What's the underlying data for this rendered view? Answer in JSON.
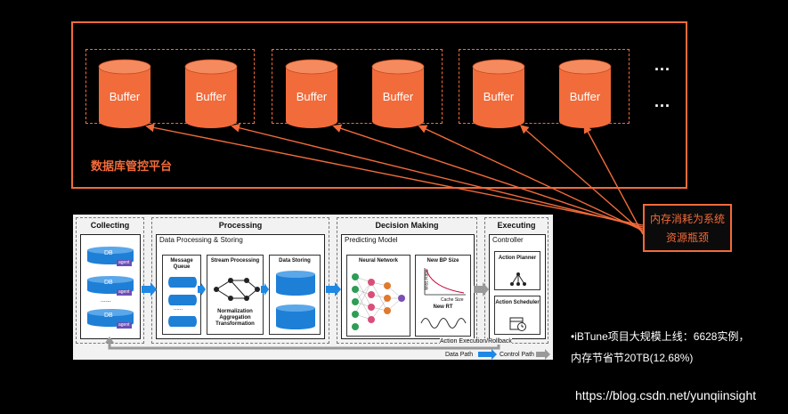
{
  "platform": {
    "label": "数据库管控平台",
    "buffer_label": "Buffer",
    "ellipsis_top": "...",
    "ellipsis_bottom": "..."
  },
  "callout": {
    "line1": "内存消耗为系统",
    "line2": "资源瓶颈"
  },
  "pipeline": {
    "stages": {
      "collecting": "Collecting",
      "processing": "Processing",
      "decision": "Decision Making",
      "executing": "Executing"
    },
    "collecting": {
      "db_label": "DB",
      "agent_label": "agent",
      "dots": "......"
    },
    "processing": {
      "inner_title": "Data Processing & Storing",
      "message_queue": "Message Queue",
      "stream_processing": "Stream Processing",
      "steps": "Normalization Aggregation Transformation",
      "data_storing": "Data Storing",
      "mq_dots": "......"
    },
    "decision": {
      "inner_title": "Predicting Model",
      "neural_network": "Neural Network",
      "new_bp_size": "New BP Size",
      "miss_ratio": "Miss Ratio",
      "cache_size": "Cache Size",
      "new_rt": "New RT"
    },
    "executing": {
      "inner_title": "Controller",
      "action_planner": "Action Planner",
      "action_scheduler": "Action Scheduler"
    },
    "feedback": "Action Execution/Rollback",
    "legend": {
      "data_path": "Data Path",
      "control_path": "Control Path"
    }
  },
  "bullet": {
    "line1": "•iBTune项目大规模上线：6628实例，",
    "line2": "内存节省节20TB(12.68%)"
  },
  "watermark": "https://blog.csdn.net/yunqiinsight",
  "colors": {
    "accent": "#f26b3a",
    "buffer_fill": "#f26b3a",
    "db_blue": "#1e7fd6",
    "background": "#000000"
  }
}
